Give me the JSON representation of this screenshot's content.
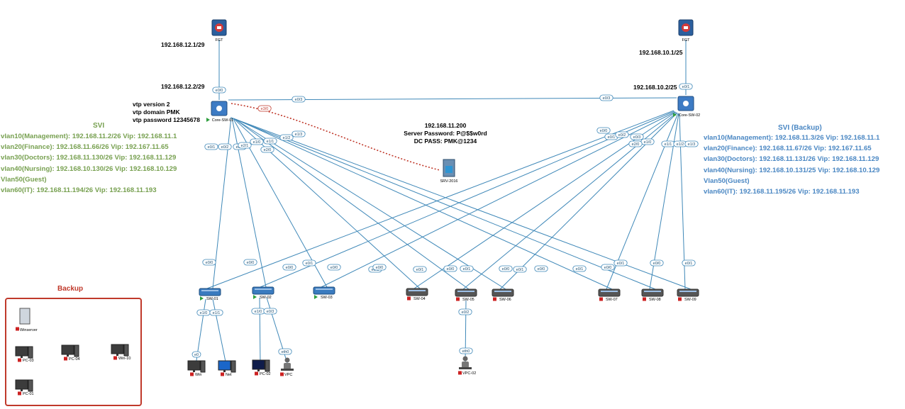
{
  "top_left": {
    "fgt_label": "FGT",
    "ip_fgt": "192.168.12.1/29",
    "ip_core": "192.168.12.2/29",
    "vtp": [
      "vtp version 2",
      "vtp domain PMK",
      "vtp password 12345678"
    ],
    "core_label": "Core-SW-01"
  },
  "top_right": {
    "fgt_label": "FGT",
    "ip_fgt": "192.168.10.1/25",
    "ip_core": "192.168.10.2/25",
    "core_label": "Core-SW-02"
  },
  "server": {
    "lines": [
      "192.168.11.200",
      "Server Password: P@$$w0rd",
      "DC PASS: PMK@1234"
    ],
    "label": "SRV-2016"
  },
  "svi": {
    "title": "SVI",
    "lines": [
      "vlan10(Management): 192.168.11.2/26 Vip: 192.168.11.1",
      "vlan20(Finance): 192.168.11.66/26 Vip: 192.167.11.65",
      "vlan30(Doctors): 192.168.11.130/26 Vip: 192.168.11.129",
      "vlan40(Nursing): 192.168.10.130/26 Vip: 192.168.10.129",
      "Vlan50(Guest)",
      "vlan60(IT): 192.168.11.194/26 Vip: 192.168.11.193"
    ]
  },
  "svi_backup": {
    "title": "SVI (Backup)",
    "lines": [
      "vlan10(Management): 192.168.11.3/26 Vip: 192.168.11.1",
      "vlan20(Finance): 192.168.11.67/26 Vip: 192.167.11.65",
      "vlan30(Doctors): 192.168.11.131/26 Vip: 192.168.11.129",
      "vlan40(Nursing): 192.168.10.131/25 Vip: 192.168.10.129",
      "Vlan50(Guest)",
      "vlan60(IT): 192.168.11.195/26 Vip: 192.168.11.193"
    ]
  },
  "backup": {
    "title": "Backup",
    "devices": [
      "Winserver",
      "PC-03",
      "PC-04",
      "Win-10",
      "PC-01"
    ]
  },
  "switches": [
    "SW-01",
    "SW-02",
    "SW-03",
    "SW-04",
    "SW-05",
    "SW-06",
    "SW-07",
    "SW-08",
    "SW-09"
  ],
  "hosts": [
    "Win",
    "Net",
    "PC-02",
    "VPC",
    "VPC-02"
  ],
  "ports": {
    "fgt_core1": "e0/0",
    "fgt_core2": "e0/1",
    "core_link_a": "e0/3",
    "core_link_b": "e0/3",
    "server_port": "e3/0",
    "c1": [
      "e0/1",
      "e0/2",
      "e0/3",
      "e1/0",
      "e1/1",
      "e1/2",
      "e1/3",
      "e2/0",
      "e2/1"
    ],
    "c2": [
      "e0/0",
      "e0/1",
      "e0/2",
      "e0/3",
      "e1/0",
      "e1/1",
      "e1/2",
      "e1/3",
      "e2/0"
    ],
    "sw_up": [
      "e0/0",
      "e0/0",
      "e0/0",
      "e0/1",
      "e0/0",
      "e0/1",
      "e0/0",
      "e0/1",
      "e0/0",
      "e0/1",
      "e0/0",
      "e0/1",
      "e0/0",
      "e0/1",
      "e0/0",
      "e0/1",
      "e0/0",
      "e0/1"
    ],
    "sw01_down": [
      "e1/0",
      "e1/1"
    ],
    "sw02_down": [
      "e1/0",
      "e0/3"
    ],
    "sw05_down": "e0/2",
    "host_win": "e0",
    "host_vpc": "eth0",
    "host_vpc02": "eth0"
  },
  "colors": {
    "link": "#3f88b8",
    "server_link": "#c0392b",
    "svi_green": "#77a050",
    "svi_blue": "#4a87c3",
    "backup_red": "#c0392b",
    "status_green": "#2e9e3e",
    "status_red": "#cc2222"
  }
}
